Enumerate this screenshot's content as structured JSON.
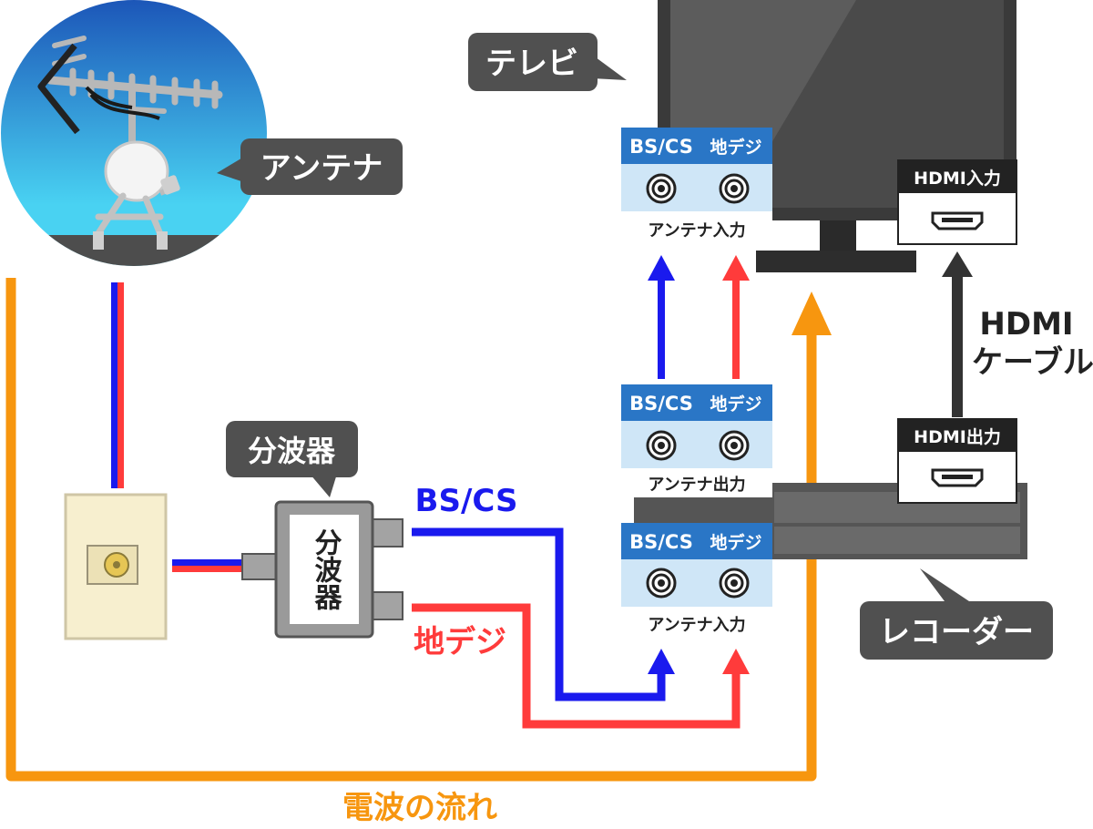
{
  "labels": {
    "antenna": "アンテナ",
    "tv": "テレビ",
    "splitter_callout": "分波器",
    "splitter_body": "分波器",
    "recorder": "レコーダー",
    "bs_cs_line": "BS/CS",
    "chideji_line": "地デジ",
    "wave_flow": "電波の流れ",
    "hdmi_cable_line1": "HDMI",
    "hdmi_cable_line2": "ケーブル"
  },
  "panels": {
    "tv_input": {
      "bs": "BS/CS",
      "chideji": "地デジ",
      "caption": "アンテナ入力"
    },
    "rec_output": {
      "bs": "BS/CS",
      "chideji": "地デジ",
      "caption": "アンテナ出力"
    },
    "rec_input": {
      "bs": "BS/CS",
      "chideji": "地デジ",
      "caption": "アンテナ入力"
    },
    "hdmi_in": "HDMI入力",
    "hdmi_out": "HDMI出力"
  },
  "colors": {
    "bs_line": "#1a1aee",
    "chideji_line": "#ff3b3b",
    "wave_flow": "#f7960f",
    "callout_bg": "#505050",
    "panel_header": "#2a76c6",
    "panel_body": "#cfe6f7",
    "hdmi_header": "#222222",
    "sky_top": "#1c56b8",
    "sky_bottom": "#49d2f2"
  },
  "icons": [
    "antenna-icon",
    "dish-icon",
    "wall-outlet-icon",
    "splitter-icon",
    "tv-icon",
    "recorder-icon",
    "coax-port-icon",
    "hdmi-port-icon",
    "arrow-icon"
  ]
}
